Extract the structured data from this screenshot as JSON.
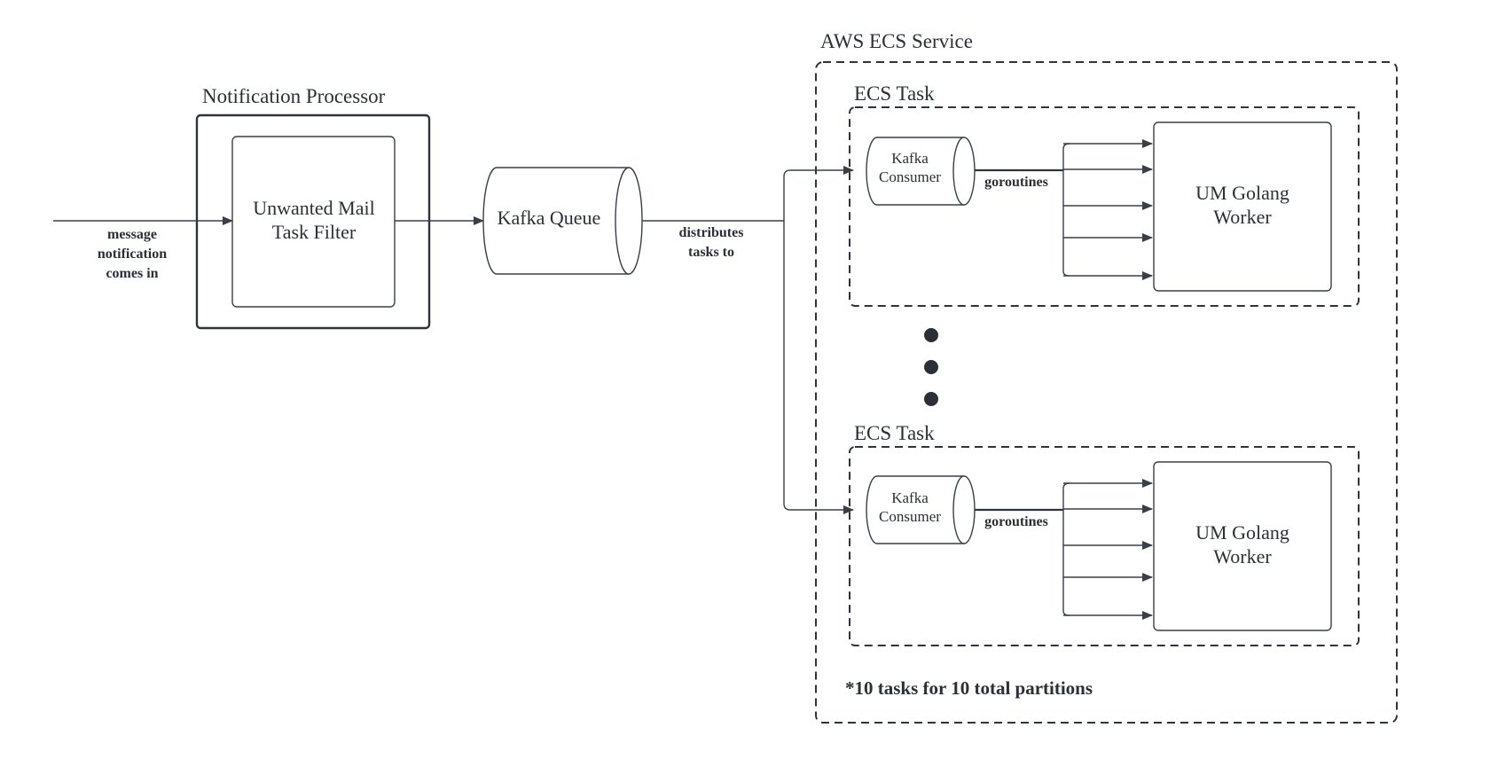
{
  "labels": {
    "aws_service": "AWS ECS Service",
    "notification_processor": "Notification Processor",
    "unwanted_filter_line1": "Unwanted Mail",
    "unwanted_filter_line2": "Task Filter",
    "kafka_queue": "Kafka Queue",
    "incoming_line1": "message",
    "incoming_line2": "notification",
    "incoming_line3": "comes in",
    "distributes_line1": "distributes",
    "distributes_line2": "tasks to",
    "footnote": "*10 tasks for 10 total partitions"
  },
  "tasks": [
    {
      "title": "ECS Task",
      "consumer_line1": "Kafka",
      "consumer_line2": "Consumer",
      "goroutines": "goroutines",
      "worker_line1": "UM Golang",
      "worker_line2": "Worker"
    },
    {
      "title": "ECS Task",
      "consumer_line1": "Kafka",
      "consumer_line2": "Consumer",
      "goroutines": "goroutines",
      "worker_line1": "UM Golang",
      "worker_line2": "Worker"
    }
  ],
  "colors": {
    "stroke": "#2f343c",
    "text": "#2b2f36",
    "background": "#ffffff"
  }
}
